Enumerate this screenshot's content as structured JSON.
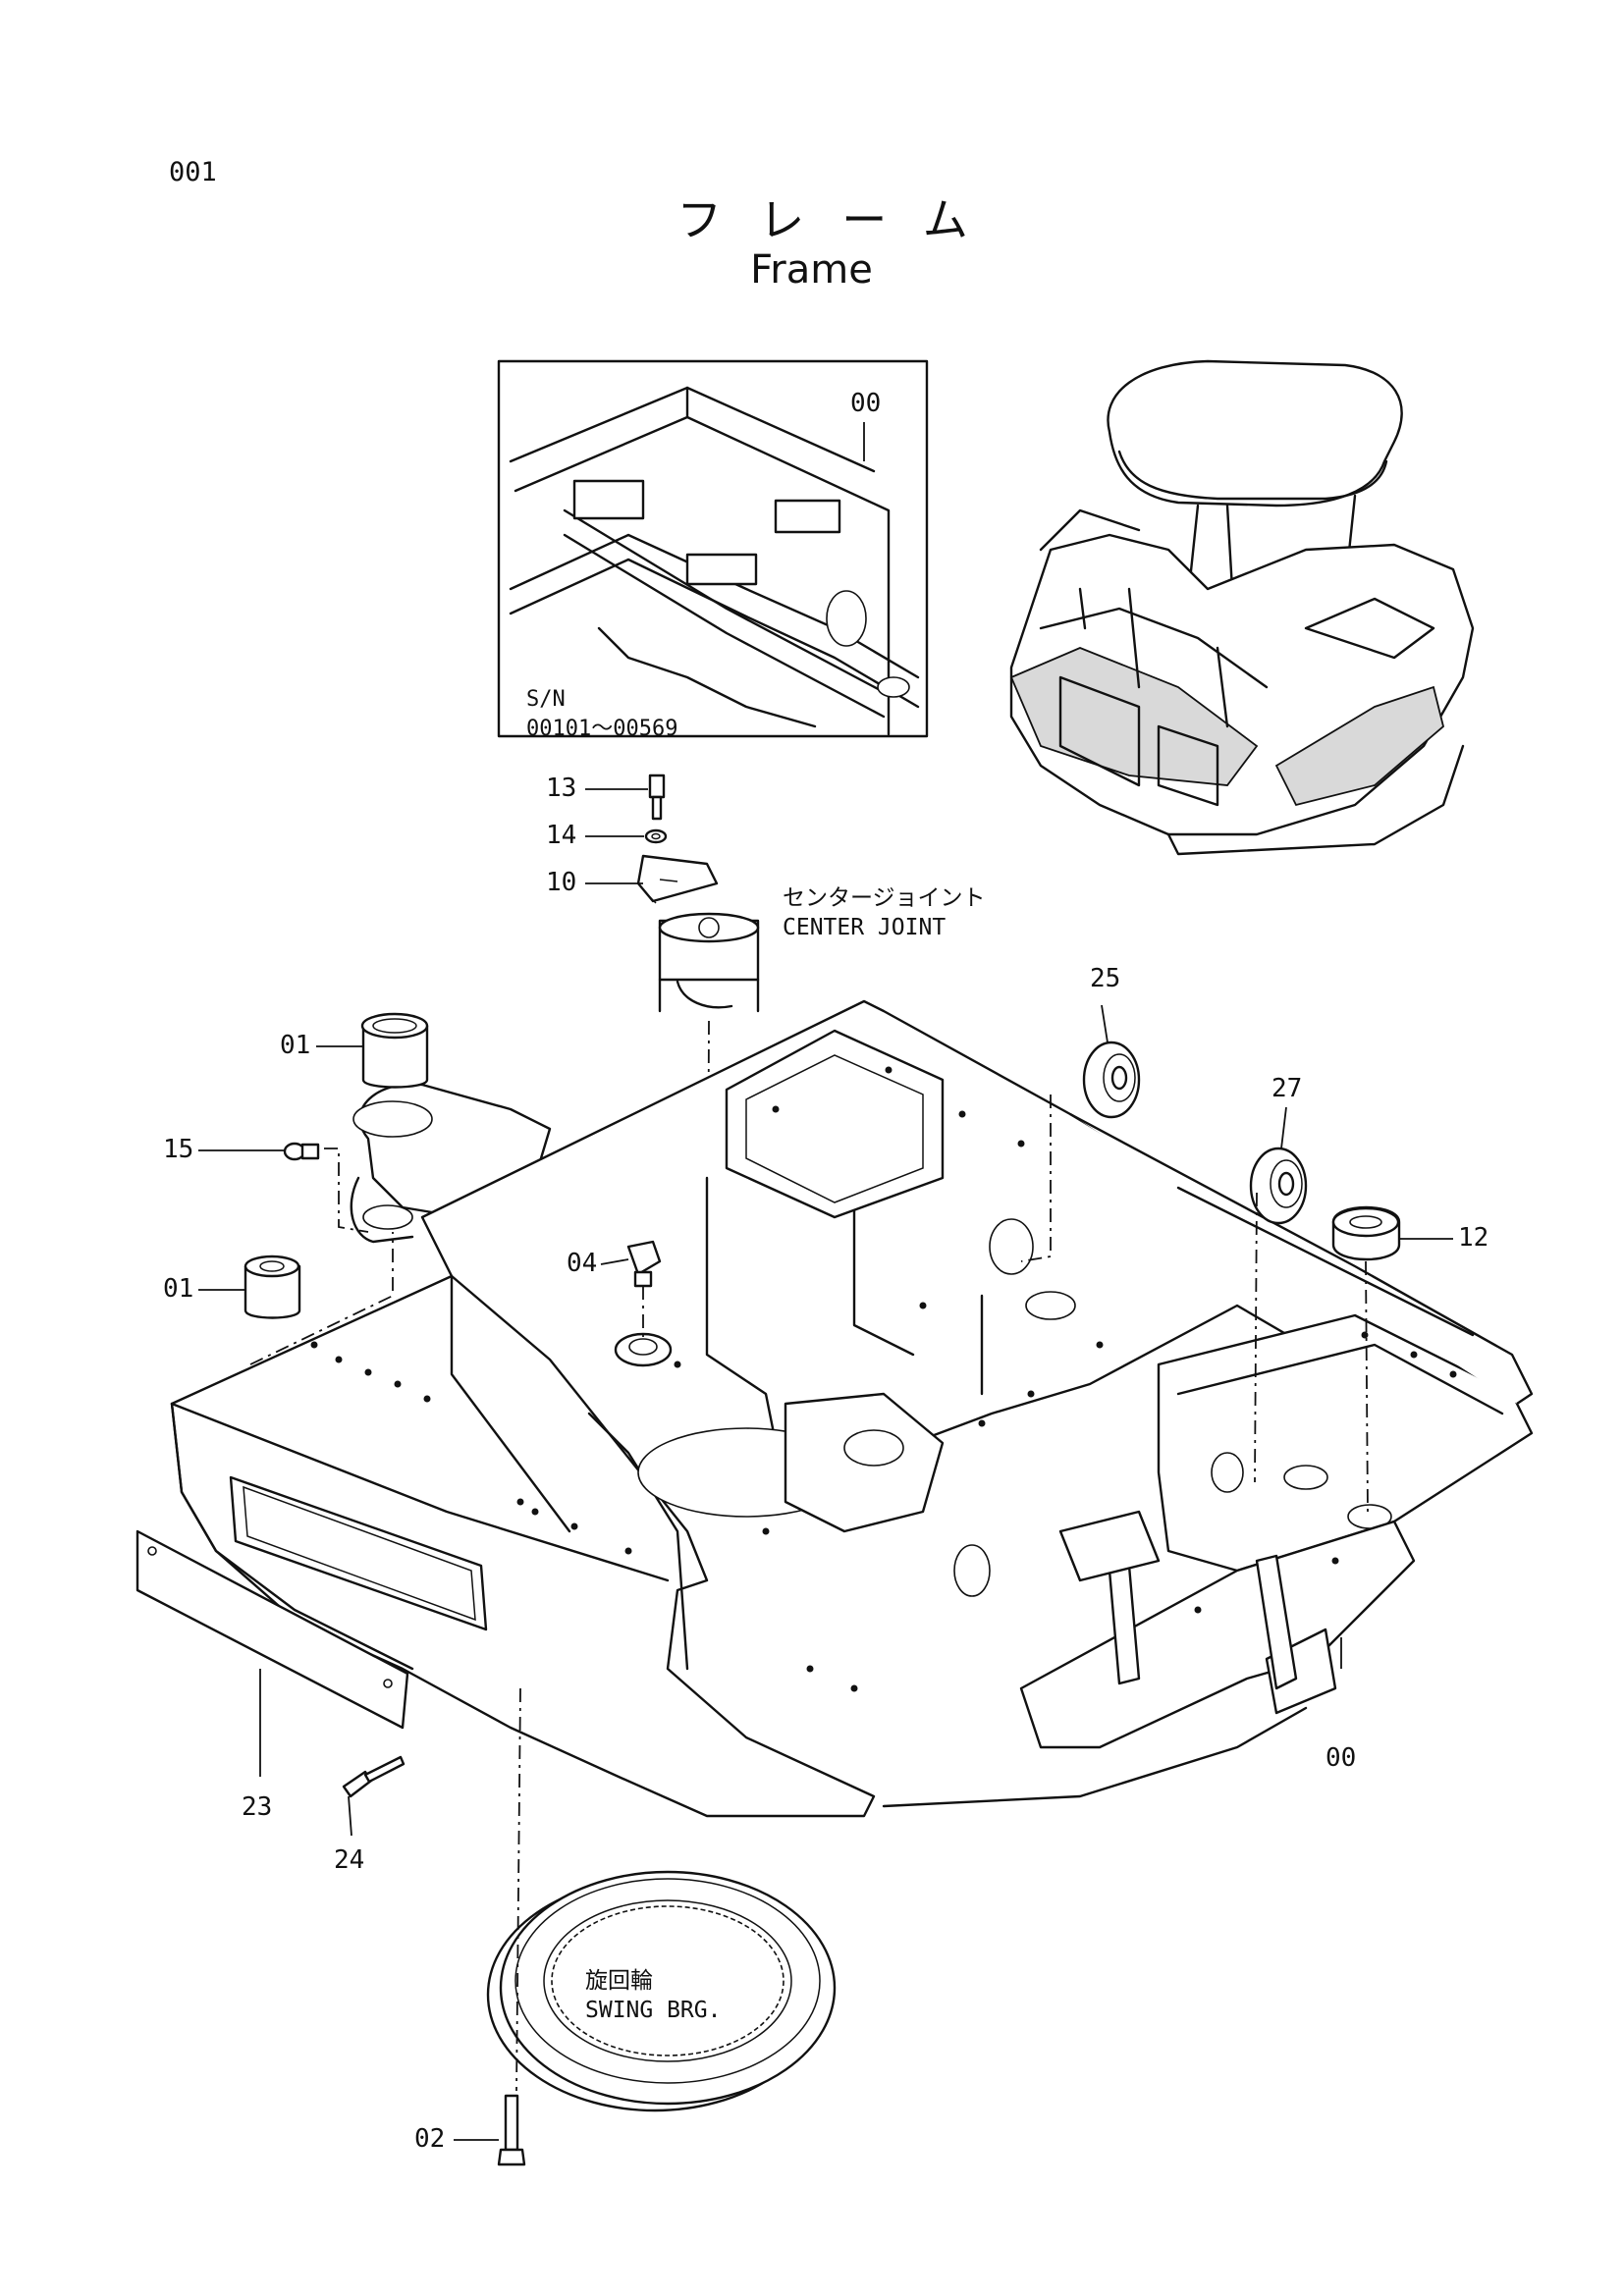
{
  "page": {
    "number": "001"
  },
  "title": {
    "jp": "フレーム",
    "en": "Frame"
  },
  "inset": {
    "callout": "00",
    "serial_label": "S/N",
    "serial_range": "00101～00569"
  },
  "captions": {
    "center_joint_jp": "センタージョイント",
    "center_joint_en": "CENTER  JOINT",
    "swing_brg_jp": "旋回輪",
    "swing_brg_en": "SWING  BRG."
  },
  "callouts": {
    "c13": "13",
    "c14": "14",
    "c10": "10",
    "c01a": "01",
    "c15": "15",
    "c01b": "01",
    "c04": "04",
    "c25": "25",
    "c27": "27",
    "c12": "12",
    "c00": "00",
    "c23": "23",
    "c24": "24",
    "c02": "02"
  }
}
